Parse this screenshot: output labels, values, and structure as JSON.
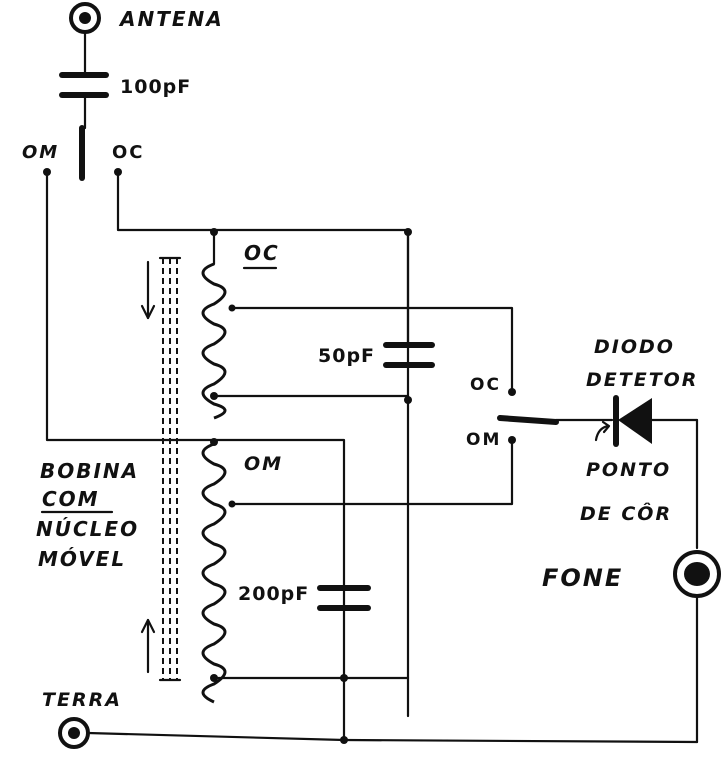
{
  "labels": {
    "antenna": "ANTENA",
    "cap_antenna": "100pF",
    "om_top": "OM",
    "oc_top": "OC",
    "oc_coil": "OC",
    "cap_oc": "50pF",
    "switch_oc": "OC",
    "switch_om": "OM",
    "diode_title_1": "DIODO",
    "diode_title_2": "DETETOR",
    "dot_note_1": "PONTO",
    "dot_note_2": "DE CÔR",
    "om_coil": "OM",
    "coil_desc_1": "BOBINA",
    "coil_desc_2": "COM",
    "coil_desc_3": "NÚCLEO",
    "coil_desc_4": "MÓVEL",
    "cap_om": "200pF",
    "phone": "FONE",
    "ground": "TERRA"
  },
  "colors": {
    "ink": "#111111",
    "paper": "#ffffff"
  },
  "icons": {
    "antenna_terminal": "antenna-jack-icon",
    "ground_terminal": "ground-jack-icon",
    "phone_terminal": "phone-jack-icon",
    "capacitor": "capacitor-icon",
    "diode": "diode-icon",
    "coil": "coil-icon",
    "switch": "switch-icon"
  }
}
